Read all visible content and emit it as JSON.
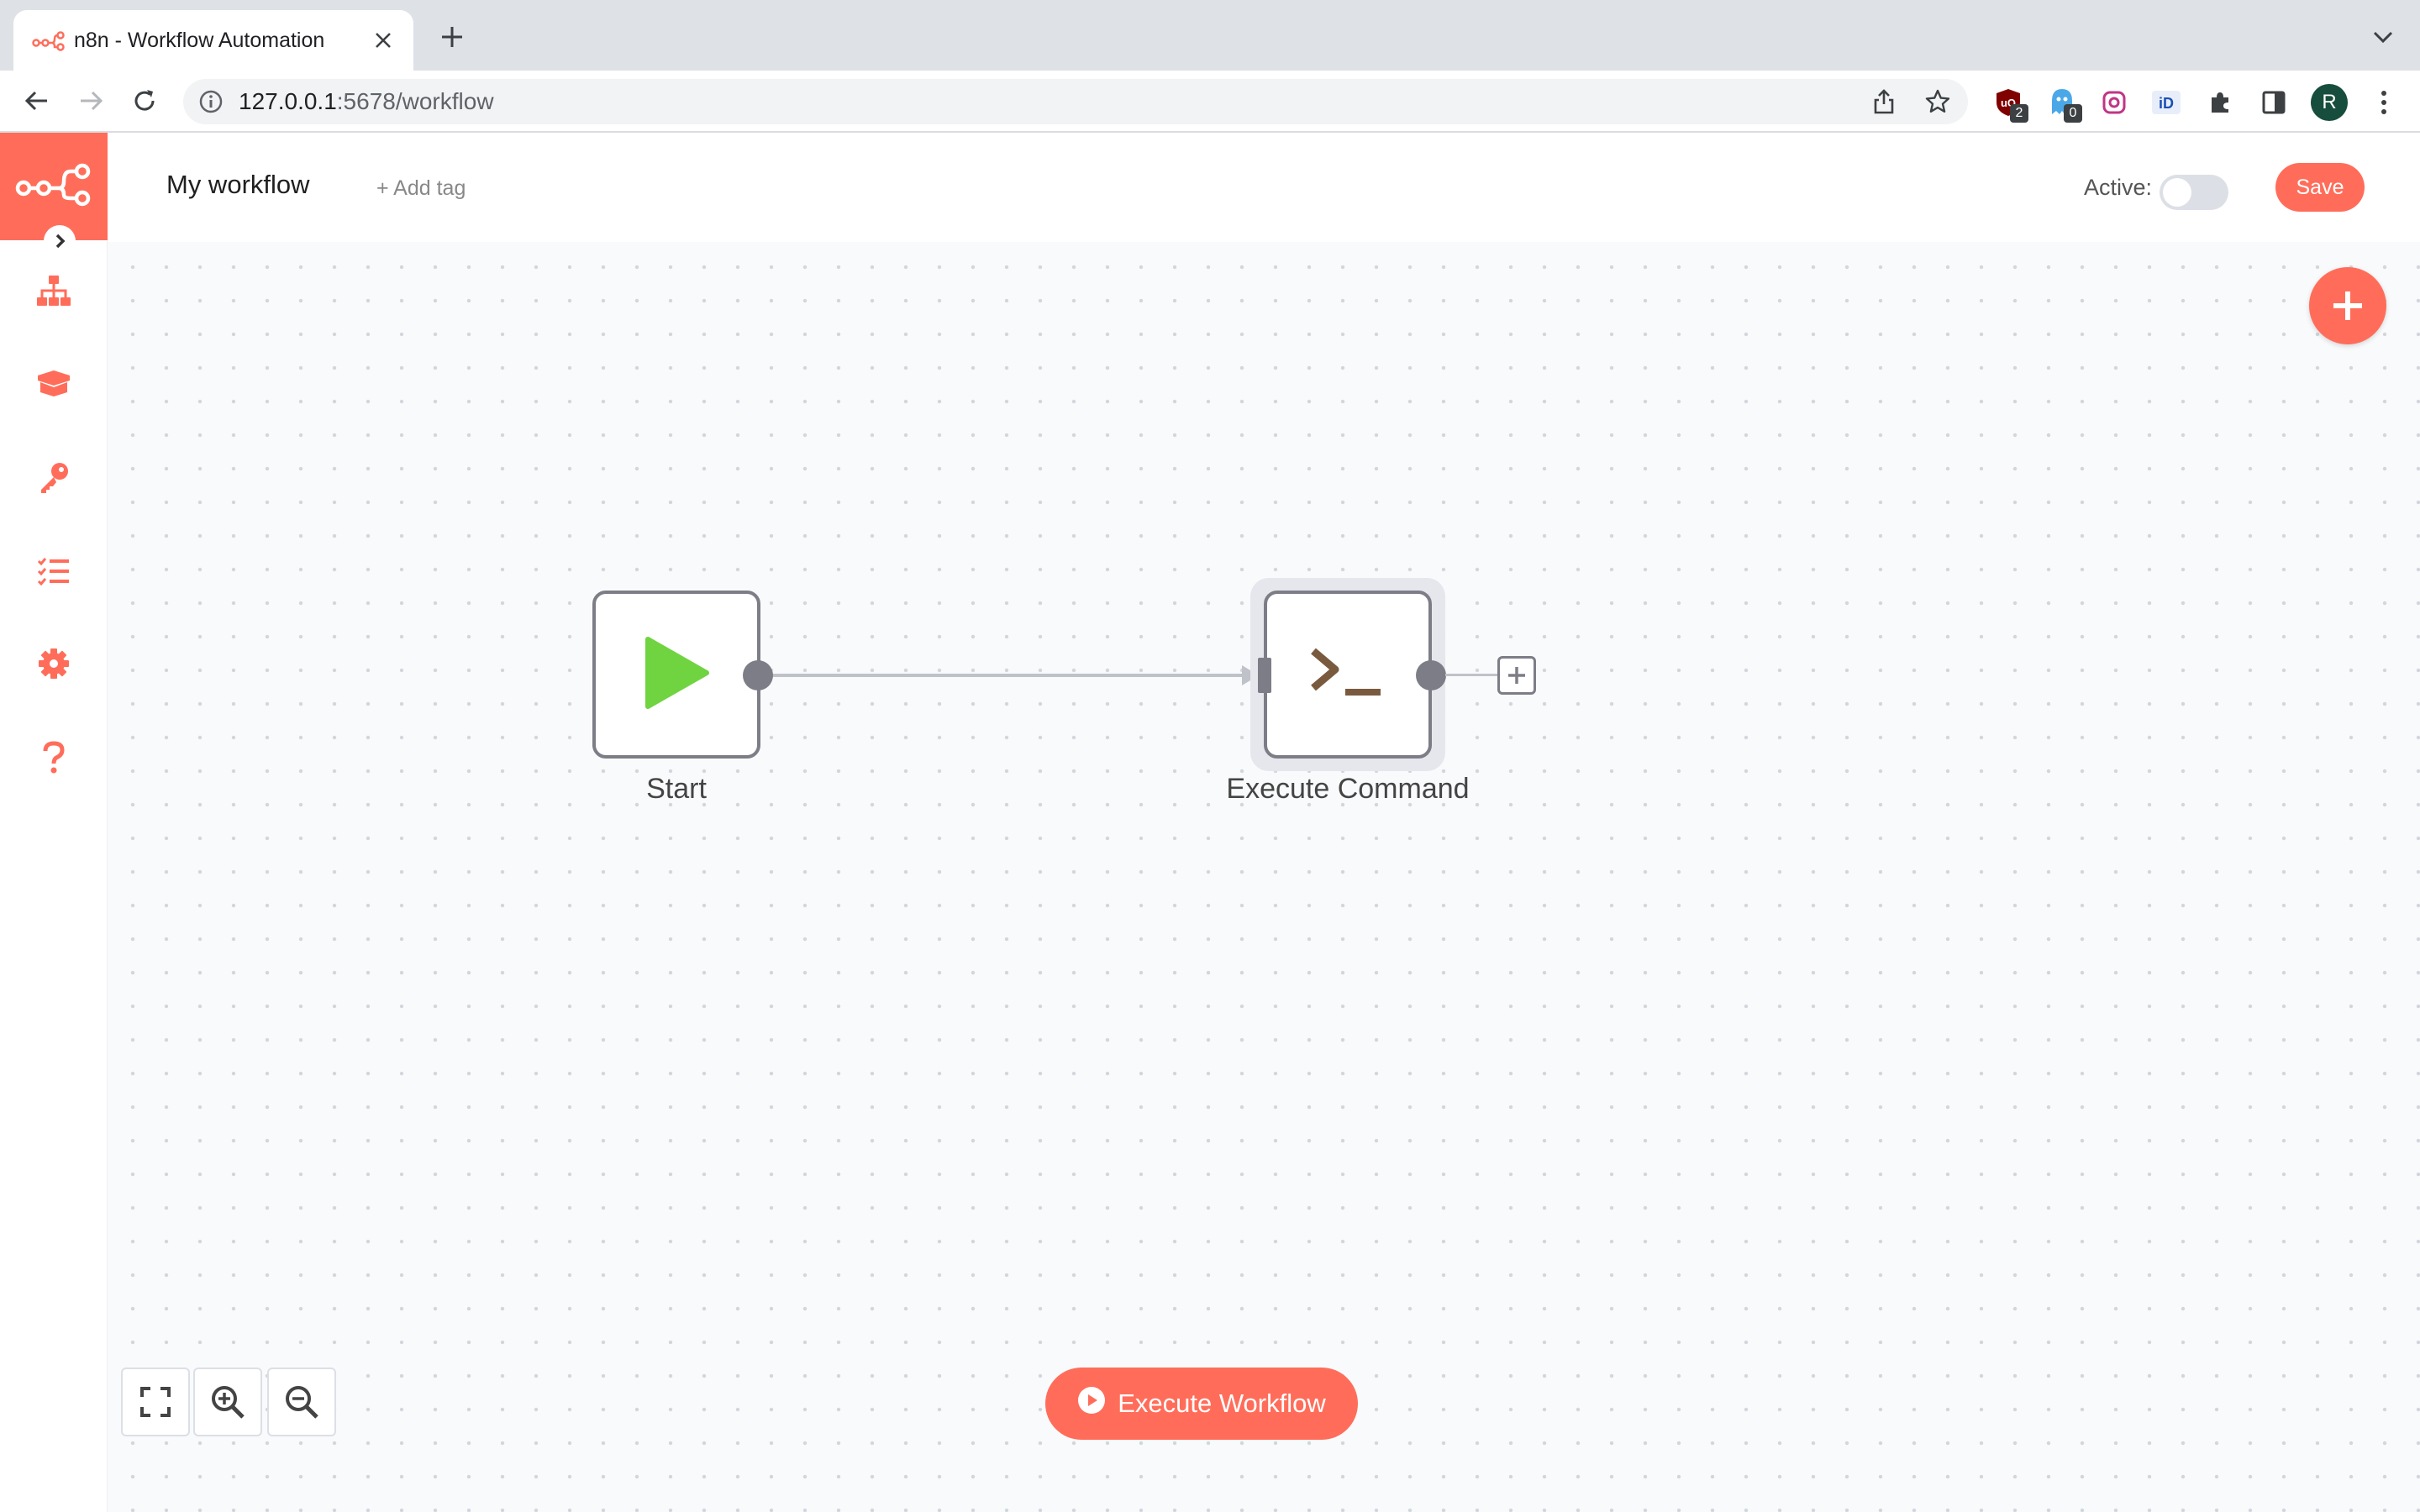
{
  "browser": {
    "tab_title": "n8n - Workflow Automation",
    "url_host": "127.0.0.1",
    "url_path": ":5678/workflow",
    "extensions": [
      {
        "name": "ublock-icon",
        "badge": "2"
      },
      {
        "name": "ghostery-icon",
        "badge": "0"
      },
      {
        "name": "instagram-icon",
        "badge": ""
      },
      {
        "name": "id-icon",
        "badge": ""
      }
    ],
    "profile_initial": "R"
  },
  "sidebar": {
    "items": [
      "workflows-icon",
      "templates-icon",
      "credentials-icon",
      "executions-icon",
      "settings-icon",
      "help-icon"
    ]
  },
  "header": {
    "workflow_name": "My workflow",
    "add_tag": "+ Add tag",
    "active_label": "Active:",
    "active": false,
    "save_label": "Save"
  },
  "nodes": [
    {
      "name": "Start",
      "icon": "play-icon"
    },
    {
      "name": "Execute Command",
      "icon": "terminal-icon"
    }
  ],
  "footer": {
    "execute_label": "Execute Workflow"
  },
  "colors": {
    "brand": "#ff6d5a",
    "start_green": "#6fd43f",
    "terminal_brown": "#7a5a3f"
  }
}
